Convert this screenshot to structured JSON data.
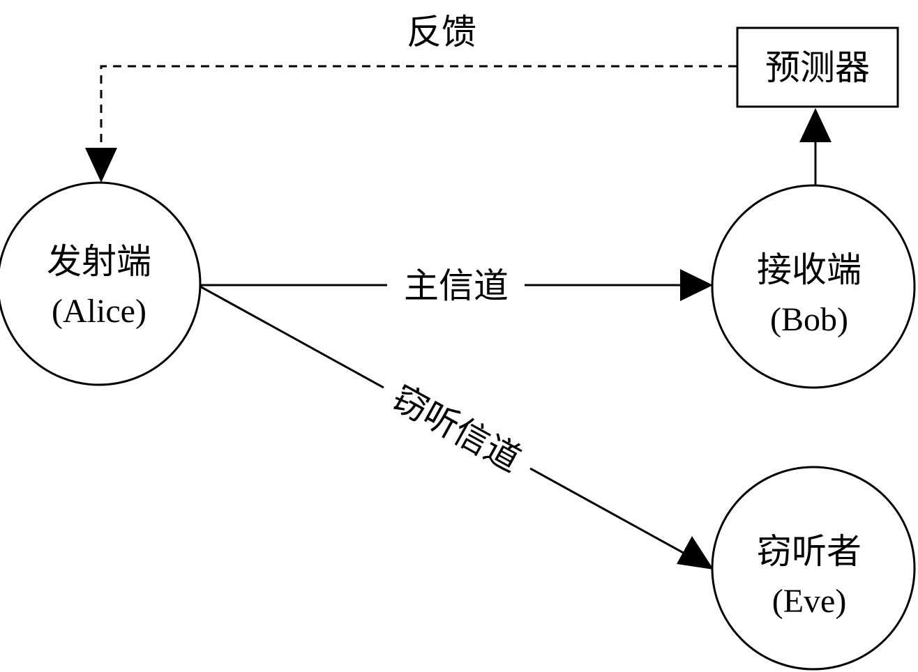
{
  "nodes": {
    "alice": {
      "name": "发射端",
      "role": "(Alice)"
    },
    "bob": {
      "name": "接收端",
      "role": "(Bob)"
    },
    "eve": {
      "name": "窃听者",
      "role": "(Eve)"
    },
    "predictor": {
      "name": "预测器"
    }
  },
  "edges": {
    "main_channel": {
      "label": "主信道"
    },
    "eavesdrop_channel": {
      "label": "窃听信道"
    },
    "feedback": {
      "label": "反馈"
    },
    "bob_to_predictor": {
      "label": ""
    }
  },
  "colors": {
    "stroke": "#000000",
    "background": "#ffffff"
  }
}
